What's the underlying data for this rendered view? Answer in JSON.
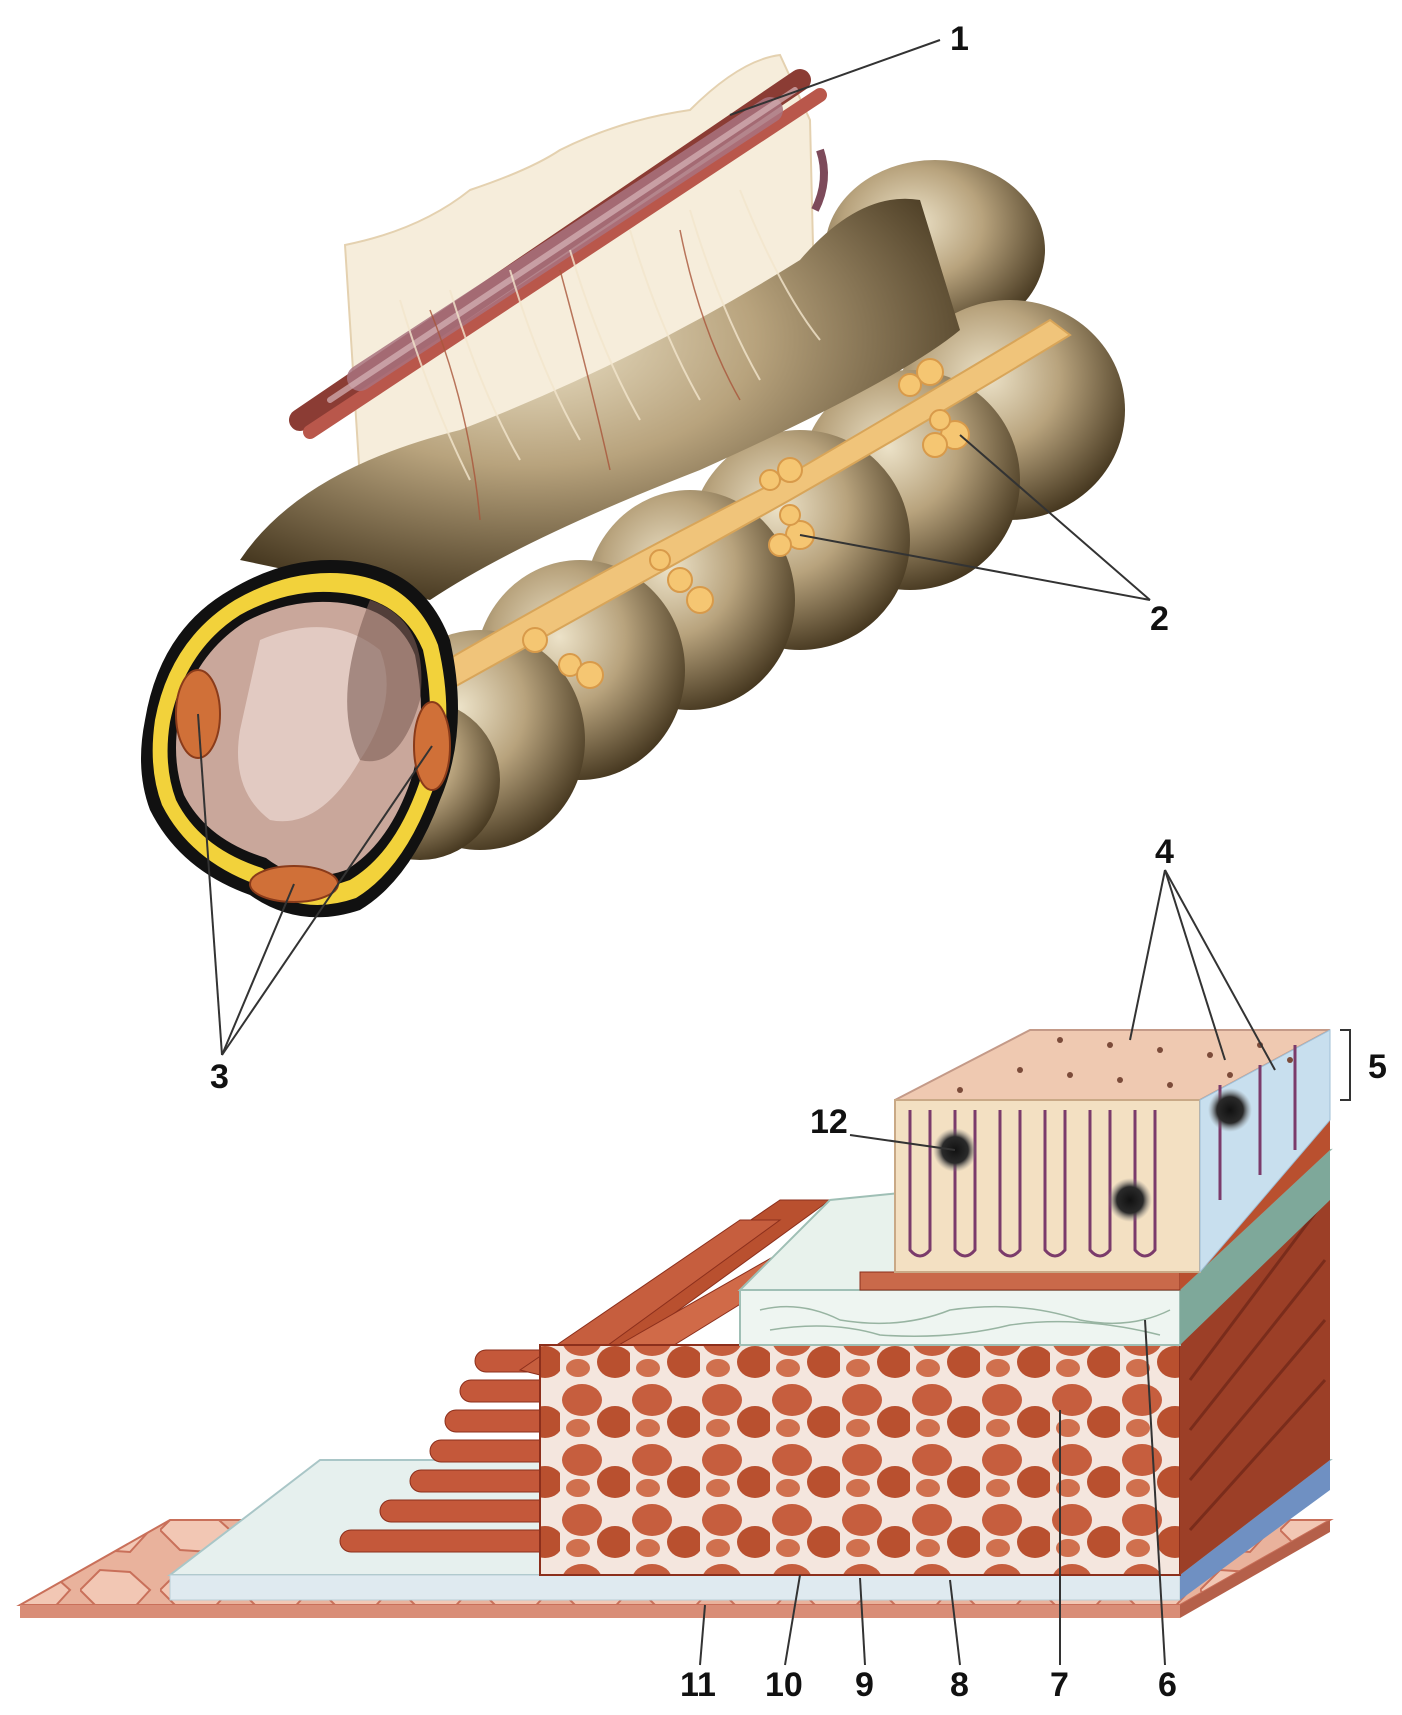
{
  "labels": {
    "l1": "1",
    "l2": "2",
    "l3": "3",
    "l4": "4",
    "l5": "5",
    "l6": "6",
    "l7": "7",
    "l8": "8",
    "l9": "9",
    "l10": "10",
    "l11": "11",
    "l12": "12"
  },
  "colors": {
    "haustra": "#b7a27c",
    "haustra_shadow": "#4e3e22",
    "taenia": "#f0c47a",
    "mesentery": "#f4e7cf",
    "artery": "#9c3b30",
    "vein": "#7d4a5a",
    "wall_yellow": "#f2d23b",
    "lumen": "#c9a79b",
    "muscle": "#c96a4a",
    "muscle_dark": "#9c3f27",
    "connective": "#e6f0ee",
    "serosa_blue": "#bcd7e4",
    "mucosa": "#efd7b4",
    "crypt_vessel": "#7b3b6b",
    "nodule": "#1b1b1b"
  }
}
